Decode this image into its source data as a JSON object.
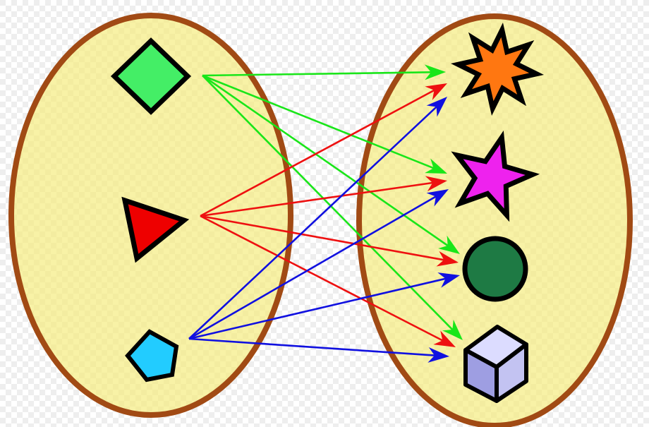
{
  "title": "",
  "colors": {
    "background_check_light": "#ffffff",
    "background_check_dark": "#ececec",
    "set_fill": "#f8f2a6",
    "set_outline": "#a14a14",
    "shape_outline": "#000000",
    "arrow_from_diamond": "#19e619",
    "arrow_from_triangle": "#ee1010",
    "arrow_from_pentagon": "#1010e0"
  },
  "domain_set": {
    "name": "left-set",
    "elements": [
      {
        "id": "diamond",
        "shape": "diamond",
        "fill": "#44ee66"
      },
      {
        "id": "triangle",
        "shape": "triangle",
        "fill": "#ee0000"
      },
      {
        "id": "pentagon",
        "shape": "pentagon",
        "fill": "#22ccff"
      }
    ]
  },
  "codomain_set": {
    "name": "right-set",
    "elements": [
      {
        "id": "burst",
        "shape": "eight-point-star",
        "fill": "#ff7711"
      },
      {
        "id": "star",
        "shape": "five-point-star",
        "fill": "#ee22ee"
      },
      {
        "id": "circle",
        "shape": "circle",
        "fill": "#1e7a44"
      },
      {
        "id": "cube",
        "shape": "cube",
        "fill_front": "#b3b3ee",
        "fill_top": "#dcdcff",
        "fill_side": "#8d8dd6"
      }
    ]
  },
  "relations": [
    {
      "from": "diamond",
      "to": "burst"
    },
    {
      "from": "diamond",
      "to": "star"
    },
    {
      "from": "diamond",
      "to": "circle"
    },
    {
      "from": "diamond",
      "to": "cube"
    },
    {
      "from": "triangle",
      "to": "burst"
    },
    {
      "from": "triangle",
      "to": "star"
    },
    {
      "from": "triangle",
      "to": "circle"
    },
    {
      "from": "triangle",
      "to": "cube"
    },
    {
      "from": "pentagon",
      "to": "burst"
    },
    {
      "from": "pentagon",
      "to": "star"
    },
    {
      "from": "pentagon",
      "to": "circle"
    },
    {
      "from": "pentagon",
      "to": "cube"
    }
  ]
}
